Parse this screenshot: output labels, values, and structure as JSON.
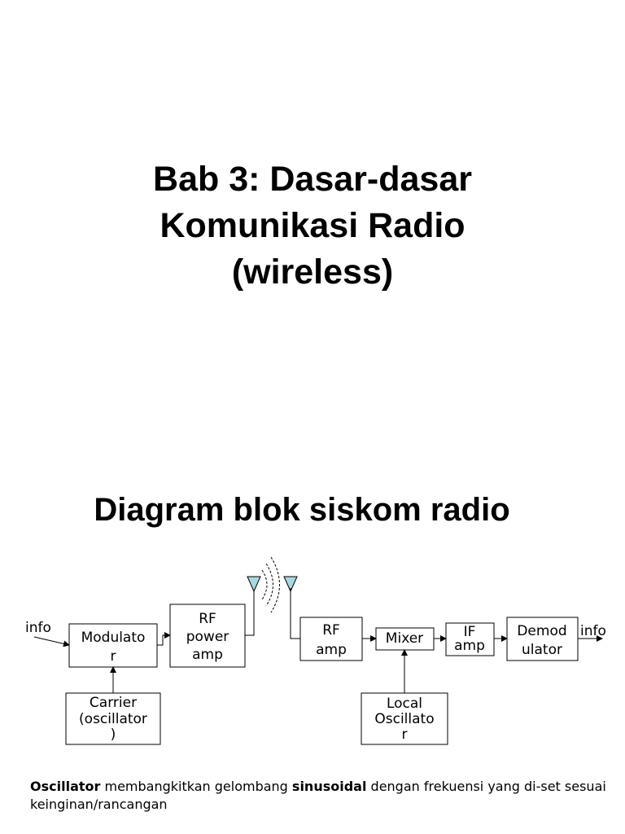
{
  "title": {
    "lines": [
      "Bab 3: Dasar-dasar",
      "Komunikasi Radio",
      "(wireless)"
    ]
  },
  "subtitle": "Diagram blok siskom radio",
  "diagram": {
    "input_label": "info",
    "output_label": "info",
    "transmitter": {
      "modulator": [
        "Modulato",
        "r"
      ],
      "rf_power_amp": [
        "RF",
        "power",
        "amp"
      ],
      "carrier": [
        "Carrier",
        "(oscillator",
        ")"
      ]
    },
    "receiver": {
      "rf_amp": [
        "RF",
        "amp"
      ],
      "mixer": [
        "Mixer"
      ],
      "if_amp": [
        "IF",
        "amp"
      ],
      "demodulator": [
        "Demod",
        "ulator"
      ],
      "local_oscillator": [
        "Local",
        "Oscillato",
        "r"
      ]
    },
    "antenna_color": "#a9d8e0"
  },
  "caption": {
    "term1": "Oscillator",
    "text1": " membangkitkan gelombang ",
    "term2": "sinusoidal",
    "text2": " dengan frekuensi yang di-set sesuai keinginan/rancangan"
  }
}
